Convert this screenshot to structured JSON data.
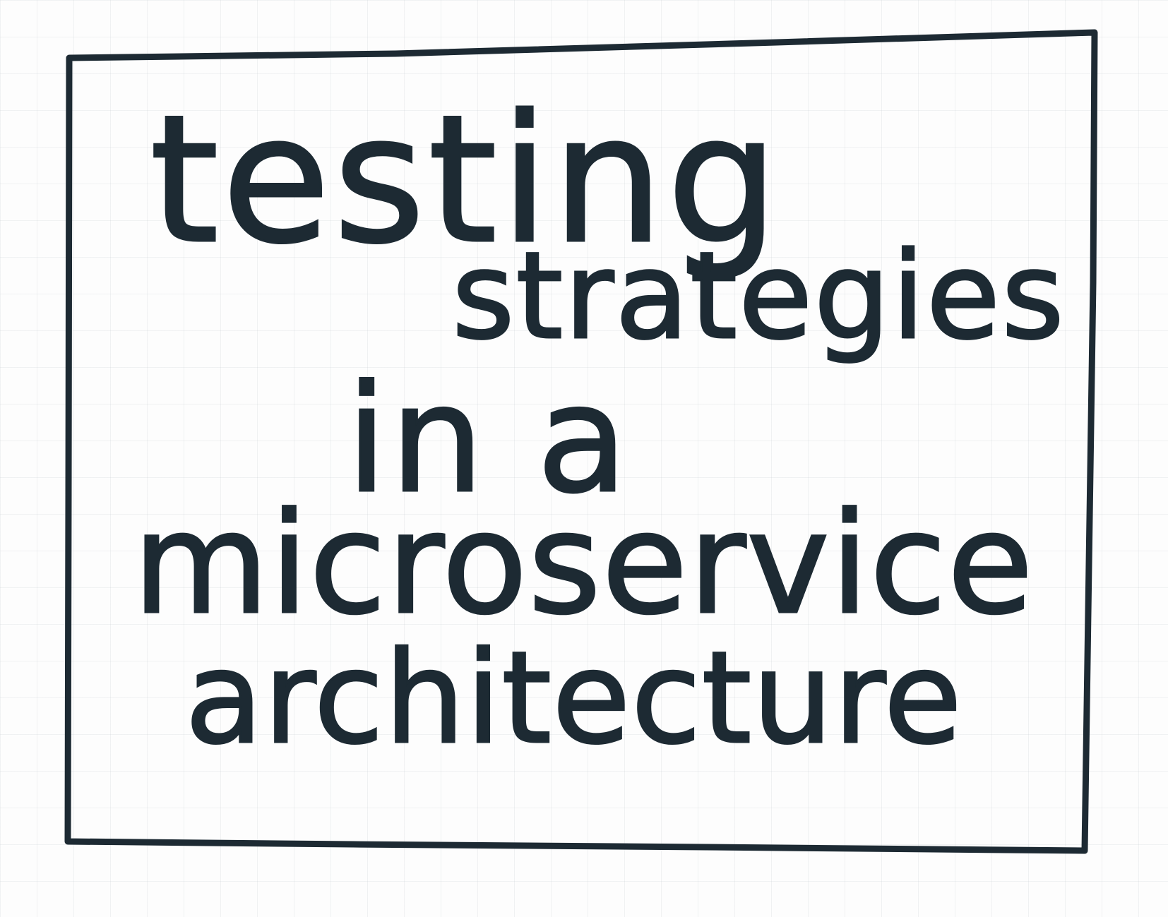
{
  "title_lines": {
    "line1": "testing",
    "line2": "strategies",
    "line3": "in a",
    "line4": "microservice",
    "line5": "architecture"
  },
  "colors": {
    "ink": "#1d2a33",
    "paper": "#fdfdfd",
    "grid": "#c8cdd2"
  }
}
